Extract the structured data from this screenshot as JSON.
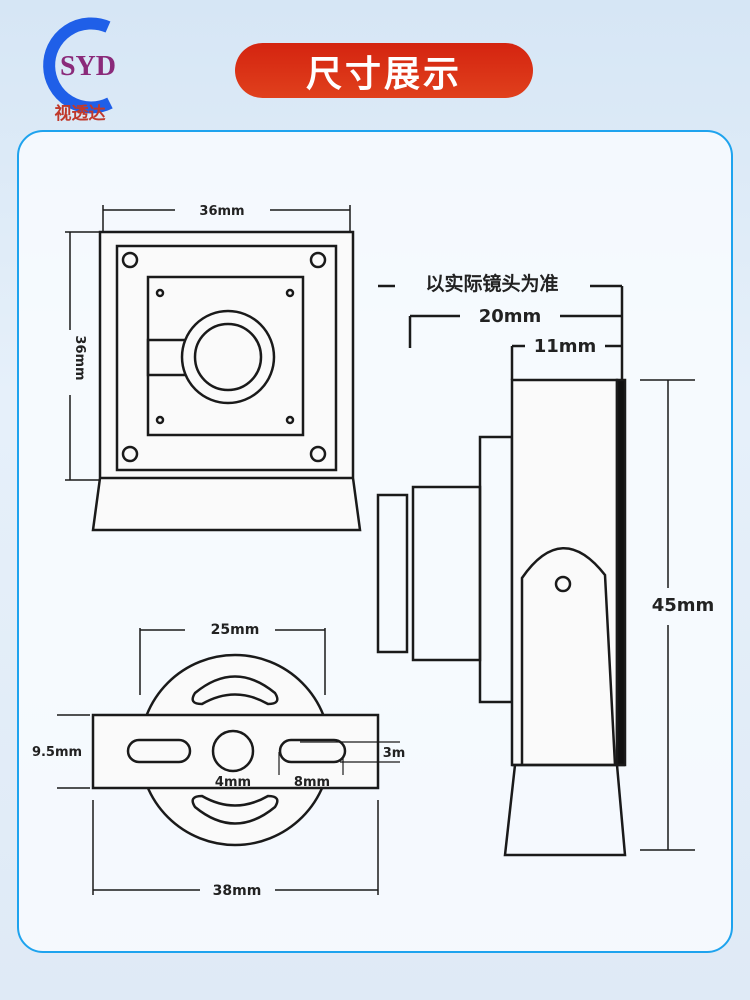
{
  "logo": {
    "text": "SYD",
    "subtitle": "视透达"
  },
  "title": "尺寸展示",
  "front_view": {
    "width_label": "36mm",
    "height_label": "36mm"
  },
  "side_view": {
    "note": "以实际镜头为准",
    "depth_label": "20mm",
    "body_label": "11mm",
    "height_label": "45mm"
  },
  "bottom_view": {
    "disc_label": "25mm",
    "plate_height_label": "9.5mm",
    "slot_width_label": "3m",
    "hole_label": "4mm",
    "slot_length_label": "8mm",
    "plate_width_label": "38mm"
  }
}
